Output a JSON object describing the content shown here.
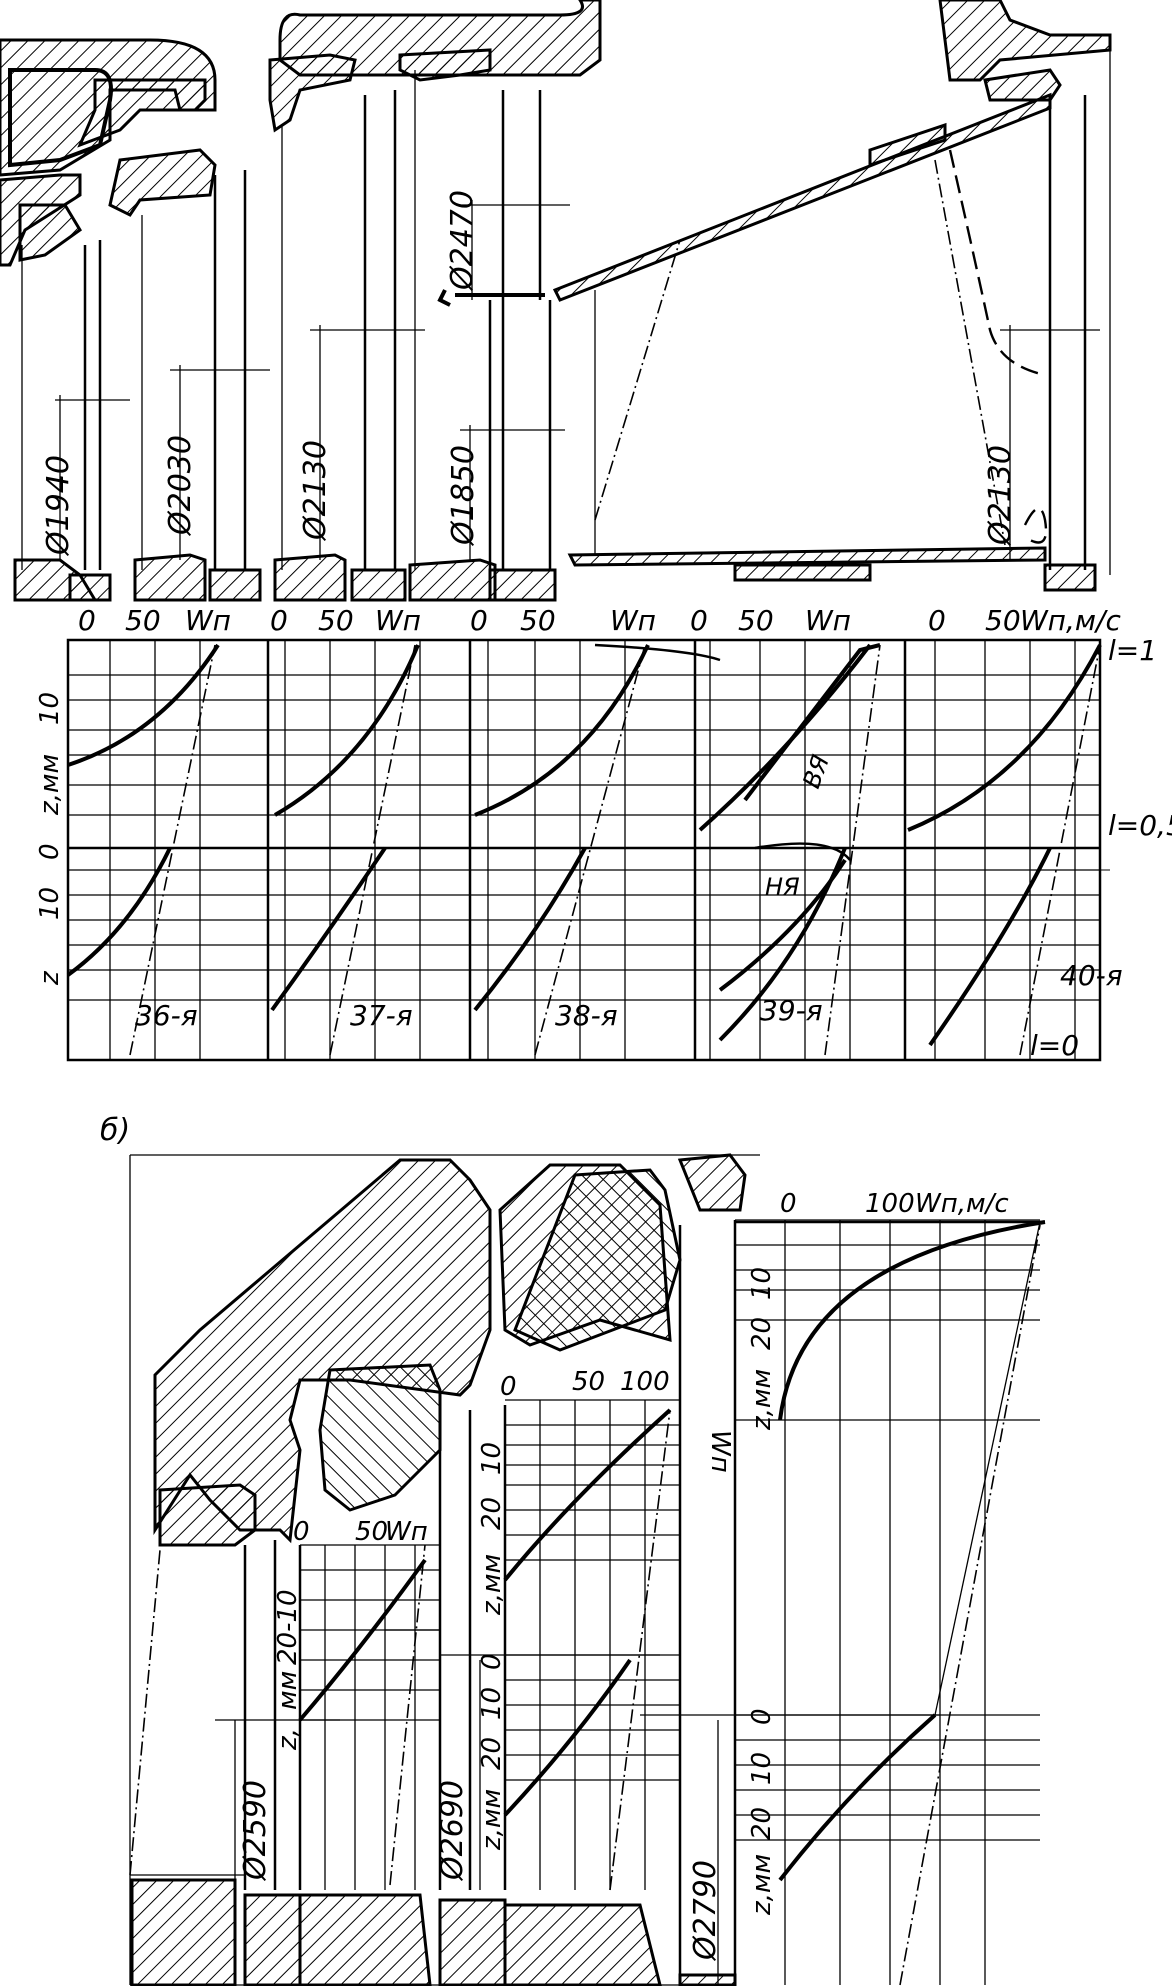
{
  "part_a": {
    "top_diameters": [
      "Ø1940",
      "Ø2030",
      "Ø2130",
      "Ø1850",
      "Ø2470",
      "Ø2130"
    ],
    "axis_labels": [
      {
        "zero": "0",
        "fifty": "50",
        "unit": "Wп"
      },
      {
        "zero": "0",
        "fifty": "50",
        "unit": "Wп"
      },
      {
        "zero": "0",
        "fifty": "50",
        "unit": "Wп"
      },
      {
        "zero": "0",
        "fifty": "50",
        "unit": "Wп"
      },
      {
        "zero": "0",
        "fifty": "50",
        "unit": "Wп,м/с"
      }
    ],
    "y_ticks": [
      "10",
      "z,мм",
      "0",
      "10",
      "z"
    ],
    "stage_labels": [
      "36-я",
      "37-я",
      "38-я",
      "39-я",
      "40-я"
    ],
    "l_labels": [
      "l=1",
      "l=0,5",
      "l=0"
    ],
    "curve_labels": [
      "ВЯ",
      "НЯ"
    ]
  },
  "part_b": {
    "label": "б)",
    "diameters": [
      "Ø2590",
      "Ø2690",
      "Ø2790"
    ],
    "axis_small": {
      "zero": "0",
      "val": "50",
      "unit": "Wп"
    },
    "axis_mid": {
      "zero": "0",
      "v1": "50",
      "v2": "100"
    },
    "axis_large": {
      "zero": "0",
      "v1": "100",
      "unit": "Wп,м/с"
    },
    "ticks_small": [
      "20-10",
      "мм",
      "z,"
    ],
    "ticks_mid_top": [
      "10",
      "20",
      "z,мм"
    ],
    "ticks_mid_bottom": [
      "0",
      "10",
      "20",
      "z,мм"
    ],
    "ticks_large_top": [
      "10",
      "20",
      "z,мм"
    ],
    "ticks_large_bottom": [
      "0",
      "10",
      "20",
      "z,мм"
    ],
    "wn_vertical": "Wп"
  }
}
